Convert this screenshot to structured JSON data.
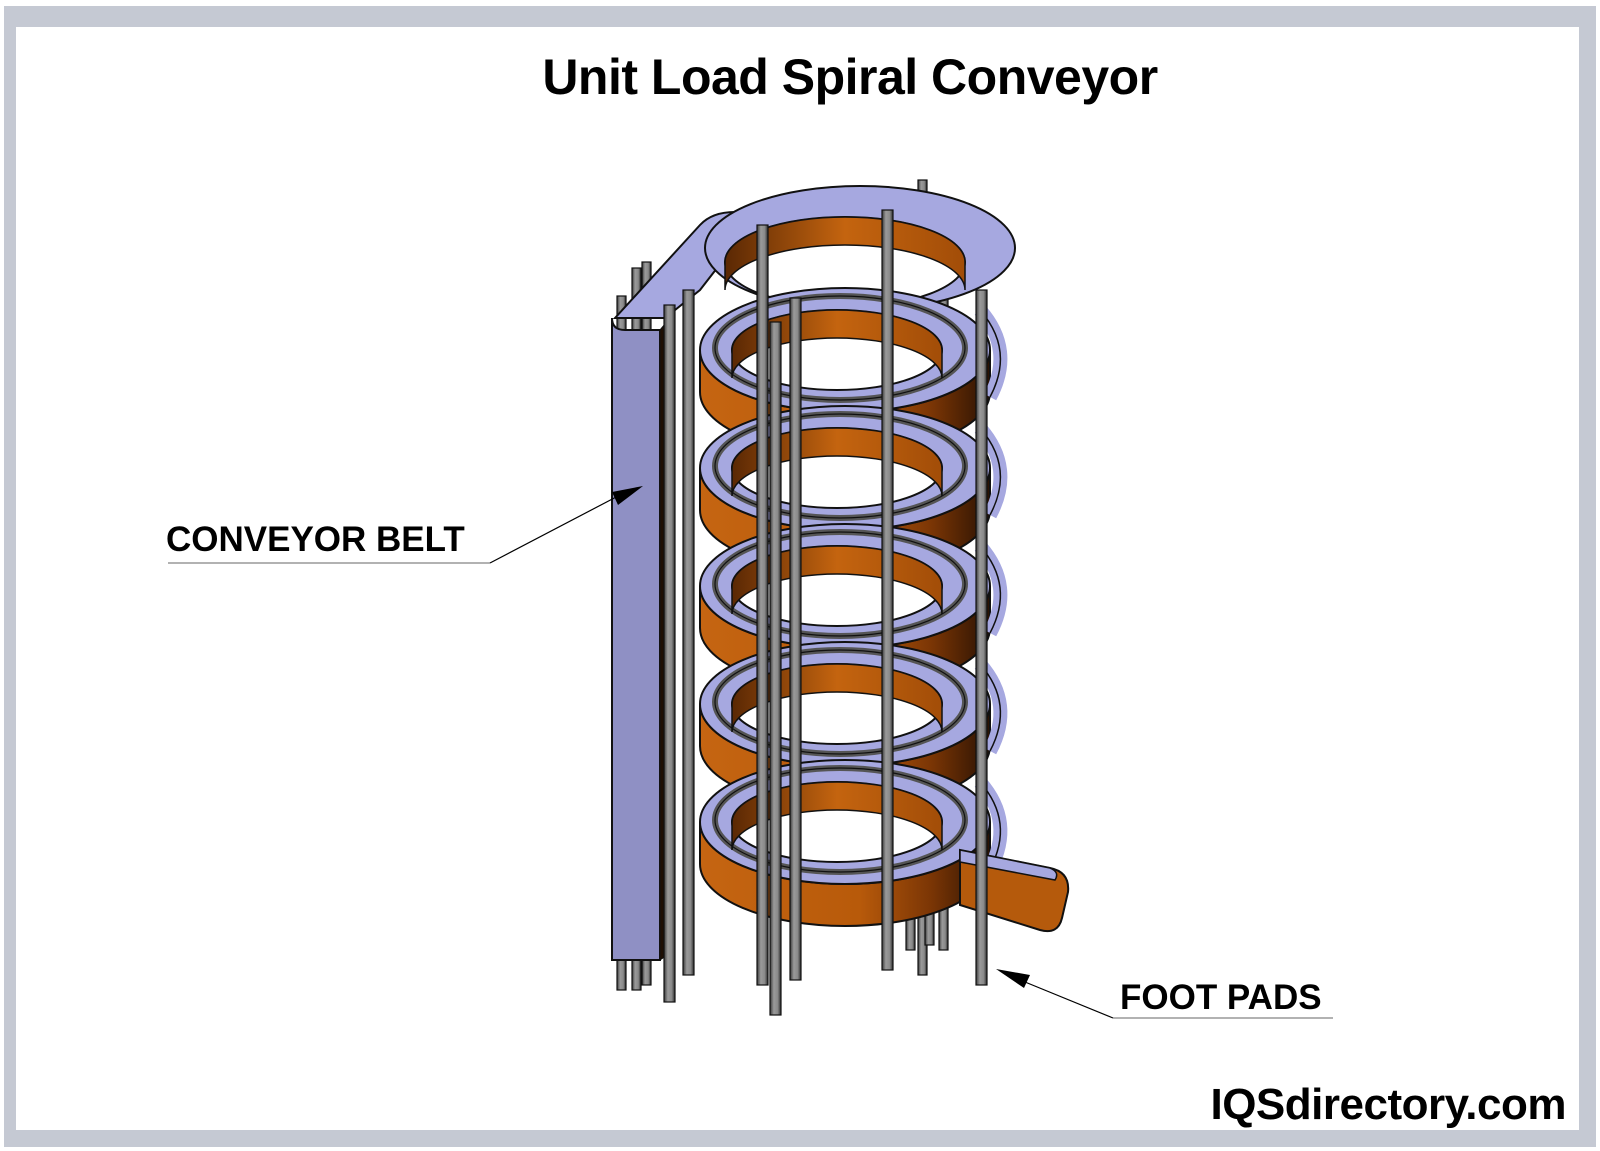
{
  "title": "Unit Load Spiral Conveyor",
  "labels": {
    "conveyor_belt": "CONVEYOR BELT",
    "foot_pads": "FOOT PADS"
  },
  "brand": "IQSdirectory.com",
  "colors": {
    "frame": "#c5c9d3",
    "belt_top": "#a6a8e0",
    "belt_side": "#b55a0c",
    "belt_dark": "#3a1a05",
    "post": "#8a8a8a",
    "side_panel": "#8f90c4"
  },
  "spiral": {
    "tiers": 5
  }
}
